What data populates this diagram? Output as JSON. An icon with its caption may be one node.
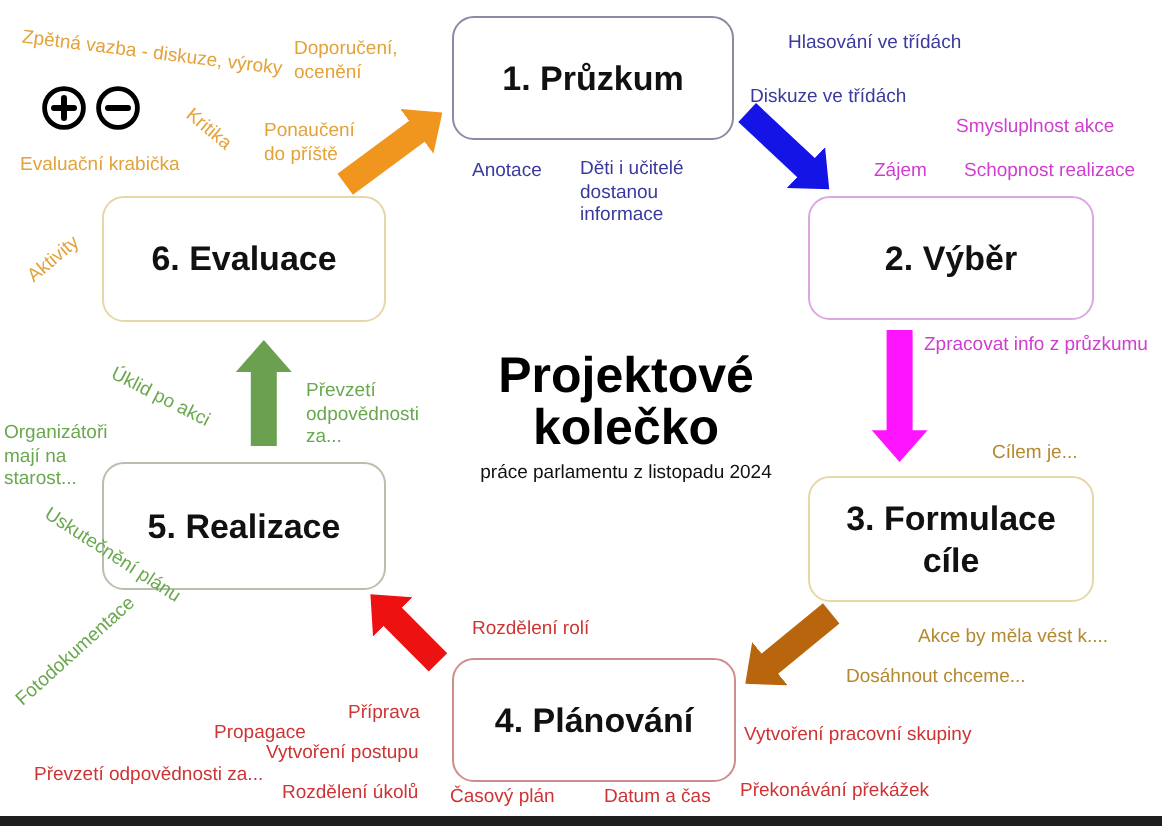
{
  "diagram": {
    "title": "Projektové kolečko",
    "caption": "práce parlamentu z listopadu 2024",
    "nodes": [
      {
        "text": [
          "1. Průzkum"
        ]
      },
      {
        "text": [
          "2. Výběr"
        ]
      },
      {
        "text": [
          "3. Formulace cíle"
        ]
      },
      {
        "text": [
          "4. Plánování"
        ]
      },
      {
        "text": [
          "5. Realizace"
        ]
      },
      {
        "text": [
          "6. Evaluace"
        ]
      }
    ],
    "edges": [
      {
        "from": 0,
        "to": 1,
        "arrow": "to",
        "color": "#1414e6"
      },
      {
        "from": 1,
        "to": 2,
        "arrow": "to",
        "color": "#ff14ff"
      },
      {
        "from": 2,
        "to": 3,
        "arrow": "to",
        "color": "#b8650e"
      },
      {
        "from": 3,
        "to": 4,
        "arrow": "to",
        "color": "#ee1111"
      },
      {
        "from": 4,
        "to": 5,
        "arrow": "to",
        "color": "#6aa050"
      },
      {
        "from": 5,
        "to": 0,
        "arrow": "to",
        "color": "#f0961e"
      }
    ],
    "labels": [
      "Zpětná vazba - diskuze, výroky",
      "Hlasování ve třídách",
      "Doporučení, ocenění",
      "Diskuze ve třídách",
      "Kritika",
      "Ponaučení do příště",
      "Smysluplnost akce",
      "Evaluační krabička",
      "Anotace",
      "Děti i učitelé dostanou informace",
      "Zájem",
      "Schopnost realizace",
      "Aktivity",
      "Zpracovat info z průzkumu",
      "Úklid po akci",
      "Převzetí odpovědnosti za...",
      "Organizátoři mají na starost...",
      "Cílem je...",
      "Uskutečnění plánu",
      "Rozdělení rolí",
      "Fotodokumentace",
      "Akce by měla vést k....",
      "Dosáhnout chceme...",
      "Příprava",
      "Propagace",
      "Vytvoření pracovní skupiny",
      "Vytvoření postupu",
      "Převzetí odpovědnosti za...",
      "Rozdělení úkolů",
      "Časový plán",
      "Datum a čas",
      "Překonávání překážek"
    ]
  }
}
